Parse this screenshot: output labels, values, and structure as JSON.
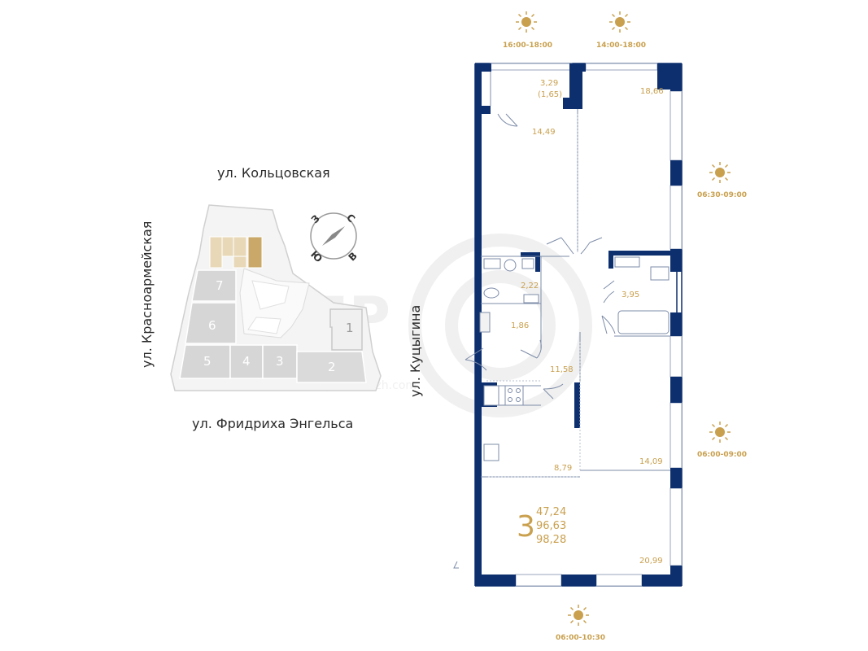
{
  "streets": {
    "north": "ул. Кольцовская",
    "west": "ул. Красноармейская",
    "east": "ул. Куцыгина",
    "south": "ул. Фридриха Энгельса"
  },
  "compass": {
    "n": "С",
    "s": "Ю",
    "w": "З",
    "e": "В"
  },
  "buildings": [
    "1",
    "2",
    "3",
    "4",
    "5",
    "6",
    "7"
  ],
  "sun_times": {
    "top_left": "16:00-18:00",
    "top_right": "14:00-18:00",
    "right_upper": "06:30-09:00",
    "right_lower": "06:00-09:00",
    "bottom": "06:00-10:30"
  },
  "room_areas": {
    "balcony": "3,29",
    "balcony_reduced": "(1,65)",
    "bedroom_top_right": "18,66",
    "bedroom_top_left": "14,49",
    "bath_small": "2,22",
    "bath_large": "3,95",
    "closet": "1,86",
    "hall": "11,58",
    "bedroom_mid_right": "14,09",
    "kitchen": "8,79",
    "living": "20,99"
  },
  "summary": {
    "rooms": "3",
    "living_area": "47,24",
    "total_area": "96,63",
    "total_with_balcony": "98,28"
  },
  "watermark": "pronedvizh.com",
  "colors": {
    "wall": "#0d2f6e",
    "accent": "#c9a04e",
    "highlight": "#e8d8b8"
  }
}
